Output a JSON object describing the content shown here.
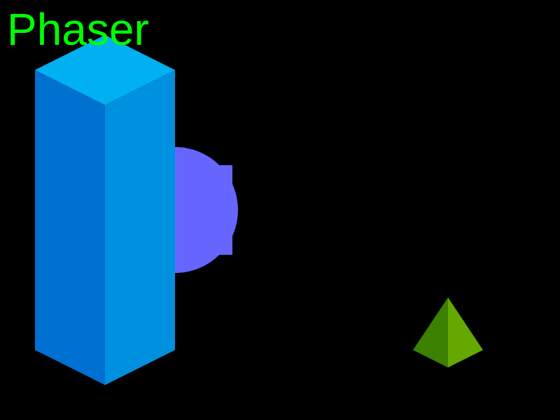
{
  "game": {
    "title": "Phaser",
    "background_color": "#000000"
  },
  "colors": {
    "title_text": "#00ff00",
    "prism_top": "#00b0f0",
    "prism_left": "#0070d0",
    "prism_right": "#0090e0",
    "disc_and_block": "#6666ff",
    "pyramid_left": "#3c8000",
    "pyramid_right": "#64a800"
  },
  "objects": [
    {
      "kind": "isometric-prism",
      "icon": "tall-blue-prism"
    },
    {
      "kind": "half-disc-with-block",
      "icon": "purple-half-disc"
    },
    {
      "kind": "isometric-pyramid",
      "icon": "green-pyramid"
    }
  ]
}
